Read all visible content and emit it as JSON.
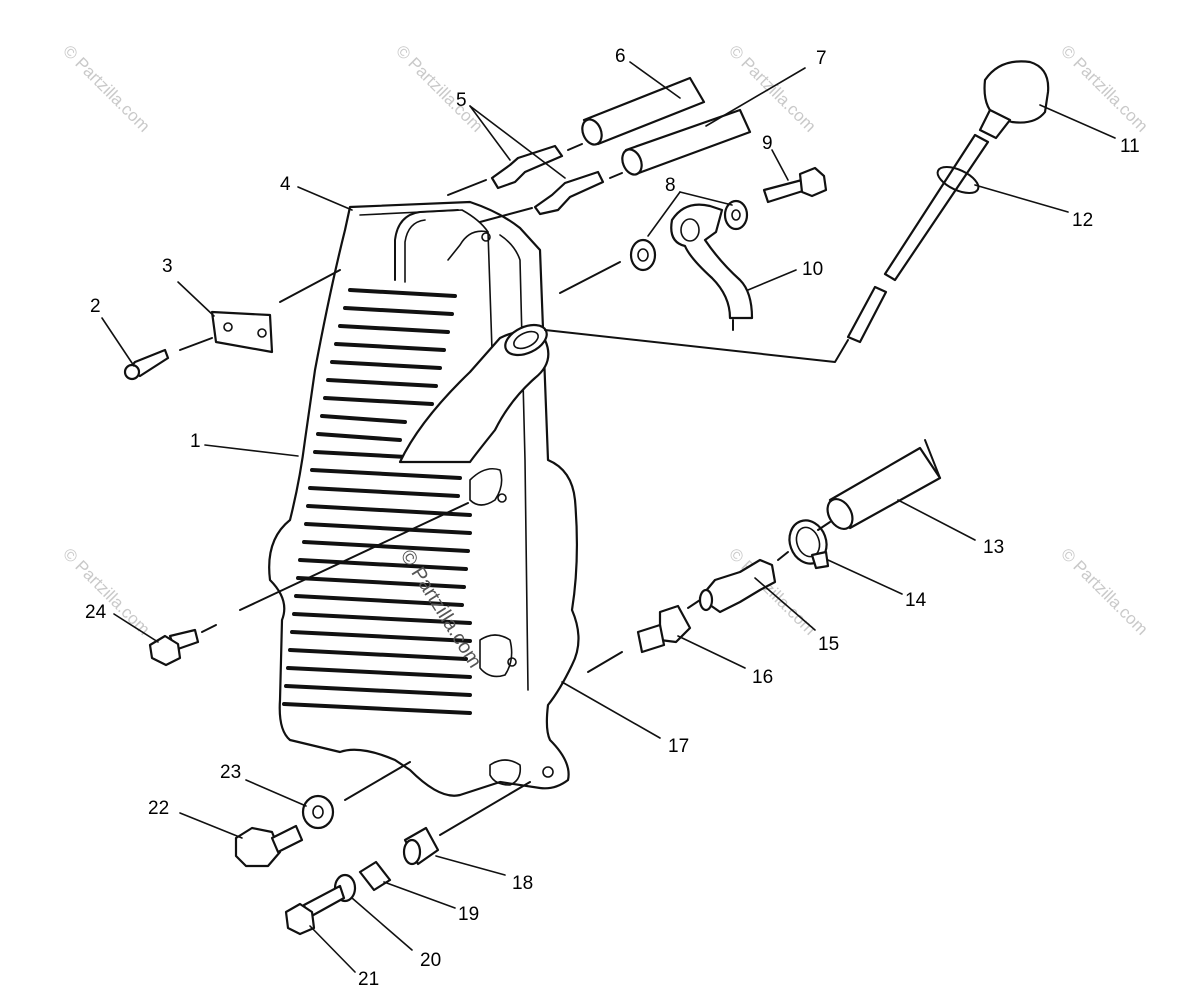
{
  "watermark": "© Partzilla.com",
  "callouts": [
    {
      "label": "1"
    },
    {
      "label": "2"
    },
    {
      "label": "3"
    },
    {
      "label": "4"
    },
    {
      "label": "5"
    },
    {
      "label": "6"
    },
    {
      "label": "7"
    },
    {
      "label": "8"
    },
    {
      "label": "9"
    },
    {
      "label": "10"
    },
    {
      "label": "11"
    },
    {
      "label": "12"
    },
    {
      "label": "13"
    },
    {
      "label": "14"
    },
    {
      "label": "15"
    },
    {
      "label": "16"
    },
    {
      "label": "17"
    },
    {
      "label": "18"
    },
    {
      "label": "19"
    },
    {
      "label": "20"
    },
    {
      "label": "21"
    },
    {
      "label": "22"
    },
    {
      "label": "23"
    },
    {
      "label": "24"
    }
  ]
}
